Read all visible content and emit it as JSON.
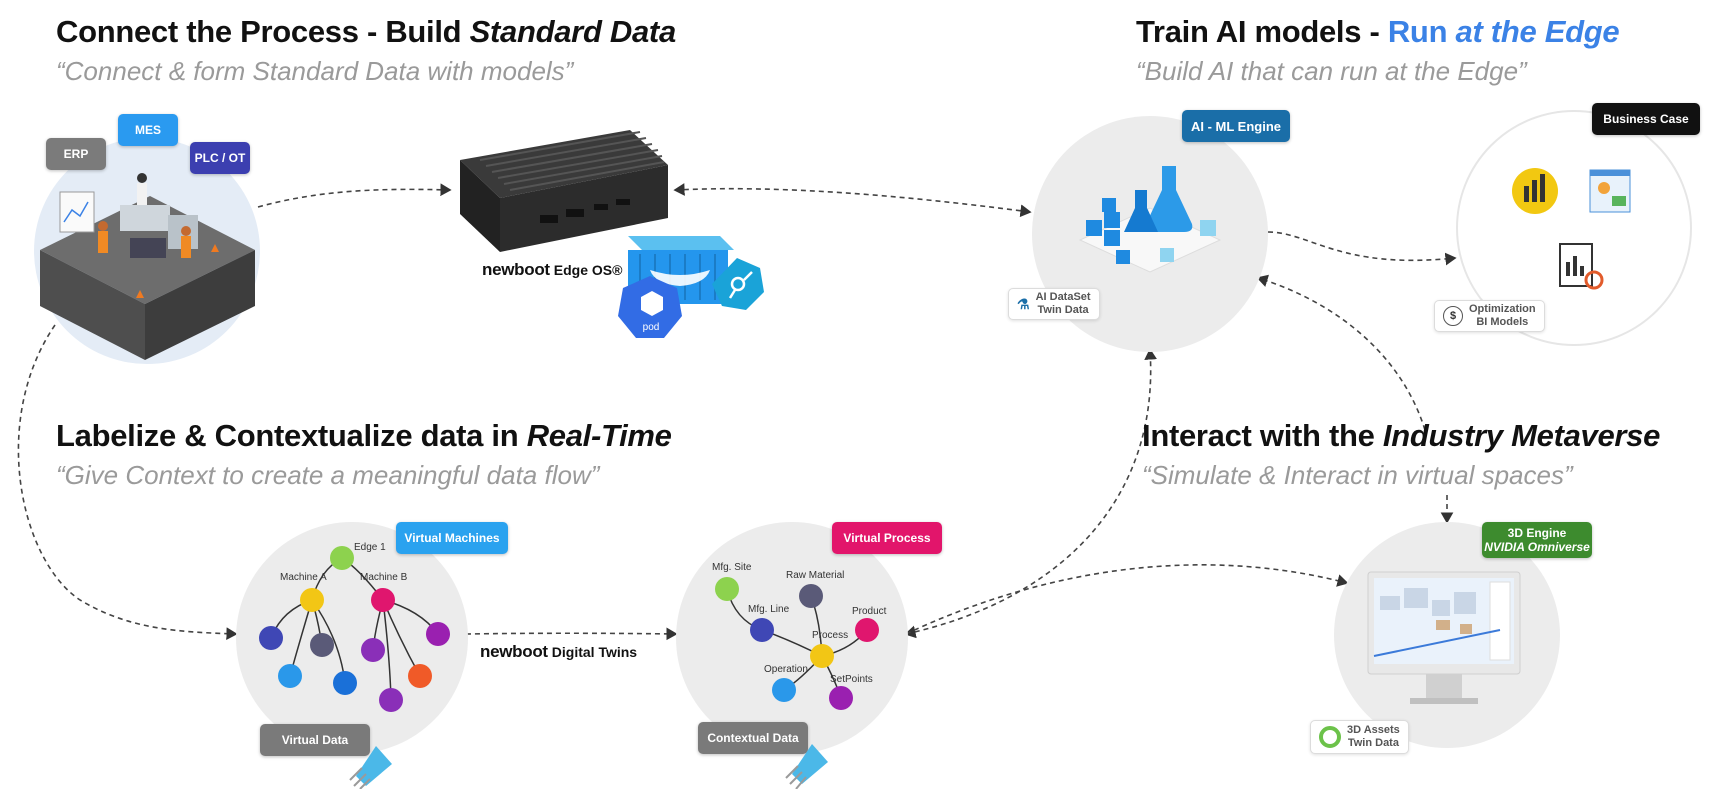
{
  "sections": {
    "connect": {
      "title_a": "Connect the Process - Build ",
      "title_b": "Standard Data",
      "subtitle": "“Connect & form Standard Data with models”"
    },
    "train": {
      "title_a": "Train AI models - ",
      "title_b": "Run ",
      "title_c": "at the Edge",
      "subtitle": "“Build AI that can run at the Edge”"
    },
    "labelize": {
      "title_a": "Labelize & Contextualize data in ",
      "title_b": "Real-Time",
      "subtitle": "“Give Context to create a meaningful data flow”"
    },
    "interact": {
      "title_a": "Interact with the ",
      "title_b": "Industry Metaverse",
      "subtitle": "“Simulate & Interact in virtual spaces”"
    }
  },
  "badges": {
    "erp": "ERP",
    "mes": "MES",
    "plc": "PLC / OT",
    "ai_ml": "AI - ML Engine",
    "business_case": "Business Case",
    "virtual_machines": "Virtual Machines",
    "virtual_process": "Virtual Process",
    "engine_3d_line1": "3D Engine",
    "engine_3d_line2": "NVIDIA Omniverse",
    "virtual_data": "Virtual Data",
    "contextual_data": "Contextual Data"
  },
  "tags": {
    "ai_dataset_line1": "AI DataSet",
    "ai_dataset_line2": "Twin Data",
    "optimization_line1": "Optimization",
    "optimization_line2": "BI Models",
    "assets_line1": "3D Assets",
    "assets_line2": "Twin Data"
  },
  "brand": {
    "name": "newboot",
    "edge_os": "Edge OS®",
    "digital_twins": "Digital Twins",
    "pod": "pod"
  },
  "vm_nodes": {
    "edge1": "Edge 1",
    "machine_a": "Machine A",
    "machine_b": "Machine B"
  },
  "vp_nodes": {
    "mfg_site": "Mfg. Site",
    "raw_material": "Raw Material",
    "mfg_line": "Mfg. Line",
    "product": "Product",
    "process": "Process",
    "operation": "Operation",
    "setpoints": "SetPoints"
  },
  "colors": {
    "title_blue": "#3b82e6",
    "erp": "#7b7b7b",
    "mes": "#2a9af0",
    "plc": "#3c3fb0",
    "ai_ml": "#1a6ea8",
    "business_case": "#111111",
    "virtual_machines": "#2aa2ef",
    "virtual_process": "#e2156b",
    "engine_3d": "#3d8b2e",
    "gray_badge": "#7a7a7a"
  }
}
